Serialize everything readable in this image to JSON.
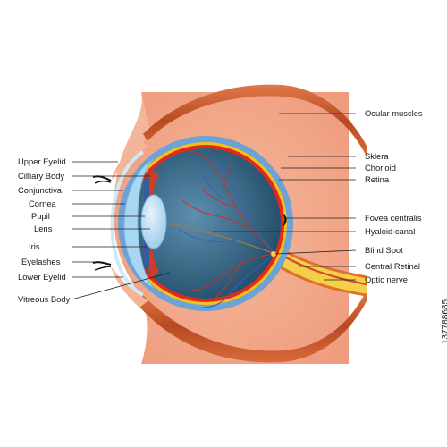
{
  "diagram": {
    "left_labels": [
      "Upper Eyelid",
      "Cilliary Body",
      "Conjunctiva",
      "Cornea",
      "Pupil",
      "Lens",
      "Iris",
      "Eyelashes",
      "Lower Eyelid",
      "Vitreous Body"
    ],
    "right_labels": [
      "Ocular muscles",
      "Sklera",
      "Chorioid",
      "Retina",
      "Fovea centralis",
      "Hyaloid canal",
      "Blind Spot",
      "Central Retinal",
      "Optic nerve"
    ]
  },
  "stock_id": "137788685",
  "colors": {
    "skin": "#f0a487",
    "skin_light": "#f7c3aa",
    "muscle": "#c8562d",
    "sclera": "#6da2d6",
    "choroid": "#f2c21b",
    "retina": "#e12a1c",
    "vitreous": "#2c5d7a",
    "cornea": "#a8d7f2",
    "lens": "#b9dcf2",
    "iris": "#3a5b9a",
    "vessel_red": "#c4332b",
    "vessel_blue": "#3b5fb8"
  }
}
